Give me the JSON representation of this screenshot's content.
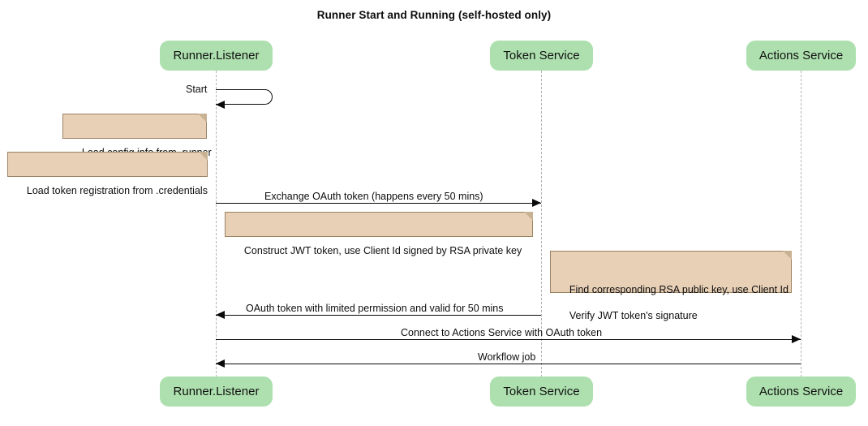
{
  "diagram": {
    "title": "Runner Start and Running (self-hosted only)",
    "type": "sequence-diagram",
    "colors": {
      "participant_fill": "#ade0ae",
      "note_fill": "#e8d0b7",
      "note_border": "#9b8263",
      "lifeline": "#b3b3b3",
      "arrow": "#0a0a0a",
      "background": "#ffffff"
    }
  },
  "participants": [
    {
      "id": "runner",
      "label": "Runner.Listener"
    },
    {
      "id": "token",
      "label": "Token Service"
    },
    {
      "id": "actions",
      "label": "Actions Service"
    }
  ],
  "messages": [
    {
      "id": "start",
      "label": "Start",
      "kind": "self",
      "from": "runner",
      "to": "runner"
    },
    {
      "id": "exchange",
      "label": "Exchange OAuth token (happens every 50 mins)",
      "kind": "sync",
      "from": "runner",
      "to": "token",
      "direction": "right"
    },
    {
      "id": "oauth-return",
      "label": "OAuth token with limited permission and valid for 50 mins",
      "kind": "sync",
      "from": "token",
      "to": "runner",
      "direction": "left"
    },
    {
      "id": "connect",
      "label": "Connect to Actions Service with OAuth token",
      "kind": "sync",
      "from": "runner",
      "to": "actions",
      "direction": "right"
    },
    {
      "id": "workflow",
      "label": "Workflow job",
      "kind": "sync",
      "from": "actions",
      "to": "runner",
      "direction": "left"
    }
  ],
  "notes": [
    {
      "id": "note-config",
      "text": "Load config info from .runner",
      "attached_to": "runner"
    },
    {
      "id": "note-credentials",
      "text": "Load token registration from .credentials",
      "attached_to": "runner"
    },
    {
      "id": "note-jwt",
      "text": "Construct JWT token, use Client Id signed by RSA private key",
      "attached_to": "runner"
    },
    {
      "id": "note-verify",
      "line1": "Find corresponding RSA public key, use Client Id",
      "line2": "Verify JWT token's signature",
      "attached_to": "token"
    }
  ]
}
